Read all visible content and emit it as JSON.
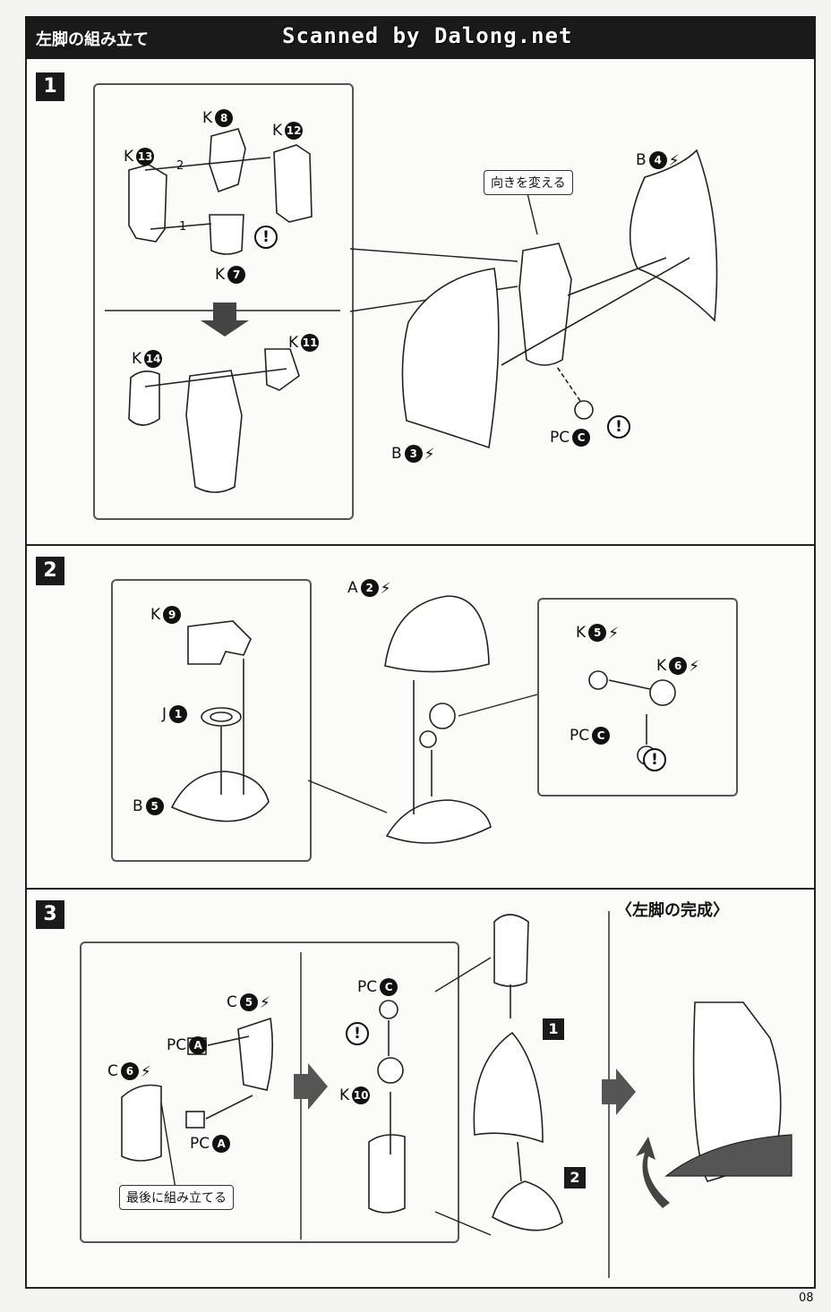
{
  "header": {
    "title": "左脚の組み立て",
    "scan_credit": "Scanned by Dalong.net"
  },
  "steps": [
    {
      "number": "1"
    },
    {
      "number": "2"
    },
    {
      "number": "3"
    }
  ],
  "step1": {
    "k8": {
      "letter": "K",
      "num": "8"
    },
    "k12": {
      "letter": "K",
      "num": "12"
    },
    "k13": {
      "letter": "K",
      "num": "13"
    },
    "k7": {
      "letter": "K",
      "num": "7"
    },
    "k14": {
      "letter": "K",
      "num": "14"
    },
    "k11": {
      "letter": "K",
      "num": "11"
    },
    "b4": {
      "letter": "B",
      "num": "4"
    },
    "b3": {
      "letter": "B",
      "num": "3"
    },
    "pc_c": {
      "letter": "PC",
      "num": "C"
    },
    "callout": "向きを変える",
    "order1": "1",
    "order2": "2"
  },
  "step2": {
    "k9": {
      "letter": "K",
      "num": "9"
    },
    "j1": {
      "letter": "J",
      "num": "1"
    },
    "b5": {
      "letter": "B",
      "num": "5"
    },
    "a2": {
      "letter": "A",
      "num": "2"
    },
    "k5": {
      "letter": "K",
      "num": "5"
    },
    "k6": {
      "letter": "K",
      "num": "6"
    },
    "pc_c": {
      "letter": "PC",
      "num": "C"
    }
  },
  "step3": {
    "c5": {
      "letter": "C",
      "num": "5"
    },
    "c6": {
      "letter": "C",
      "num": "6"
    },
    "pc_a1": {
      "letter": "PC",
      "num": "A"
    },
    "pc_a2": {
      "letter": "PC",
      "num": "A"
    },
    "pc_c": {
      "letter": "PC",
      "num": "C"
    },
    "k10": {
      "letter": "K",
      "num": "10"
    },
    "callout": "最後に組み立てる",
    "sub1": "1",
    "sub2": "2",
    "completed": "〈左脚の完成〉"
  },
  "page_number": "08",
  "icons": [
    "caution-icon",
    "runner-cut-icon",
    "order-hexagon-icon",
    "arrow-icon"
  ]
}
